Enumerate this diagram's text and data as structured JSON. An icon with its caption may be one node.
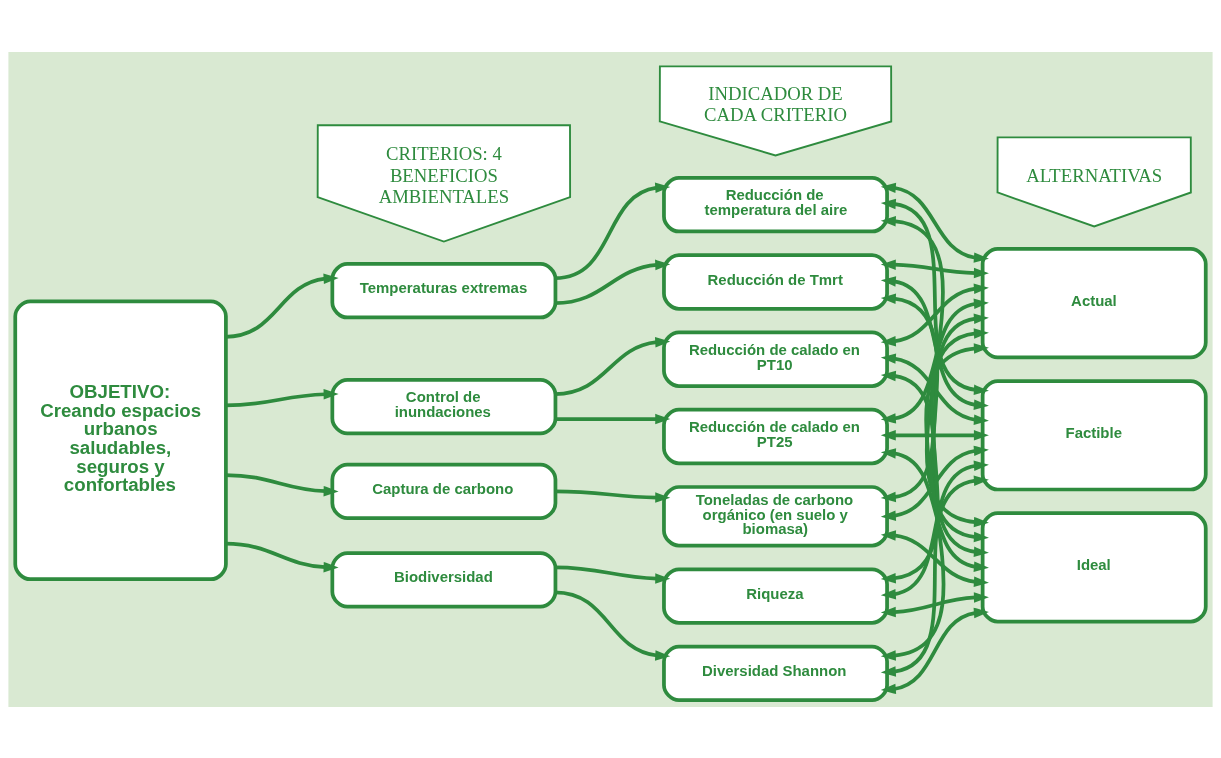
{
  "diagram": {
    "nodes": [
      {
        "text": [
          "CRITERIOS: 4 BENEFICIOS AMBIENTALES"
        ]
      },
      {
        "text": [
          "INDICADOR DE CADA CRITERIO"
        ]
      },
      {
        "text": [
          "ALTERNATIVAS"
        ]
      },
      {
        "text": [
          "OBJETIVO: Creando espacios urbanos saludables, seguros y confortables"
        ]
      },
      {
        "text": [
          "Temperaturas extremas"
        ]
      },
      {
        "text": [
          "Reducción de temperatura del aire"
        ]
      },
      {
        "text": [
          "Reducción de Tmrt"
        ]
      },
      {
        "text": [
          "Control de inundaciones"
        ]
      },
      {
        "text": [
          "Reducción de calado en PT10"
        ]
      },
      {
        "text": [
          "Reducción de calado en PT25"
        ]
      },
      {
        "text": [
          "Actual"
        ]
      },
      {
        "text": [
          "Factible"
        ]
      },
      {
        "text": [
          "Ideal"
        ]
      },
      {
        "text": [
          "Captura de carbono"
        ]
      },
      {
        "text": [
          "Toneladas de carbono orgánico (en suelo y biomasa)"
        ]
      },
      {
        "text": [
          "Biodiversidad"
        ]
      },
      {
        "text": [
          "Riqueza"
        ]
      },
      {
        "text": [
          "Diversidad Shannon"
        ]
      }
    ],
    "edges": [
      {
        "from": 3,
        "to": 4,
        "arrow": "to"
      },
      {
        "from": 3,
        "to": 7,
        "arrow": "to"
      },
      {
        "from": 3,
        "to": 13,
        "arrow": "to"
      },
      {
        "from": 3,
        "to": 15,
        "arrow": "to"
      },
      {
        "from": 4,
        "to": 5,
        "arrow": "to"
      },
      {
        "from": 4,
        "to": 6,
        "arrow": "to"
      },
      {
        "from": 7,
        "to": 8,
        "arrow": "to"
      },
      {
        "from": 7,
        "to": 9,
        "arrow": "to"
      },
      {
        "from": 13,
        "to": 14,
        "arrow": "to"
      },
      {
        "from": 15,
        "to": 16,
        "arrow": "to"
      },
      {
        "from": 15,
        "to": 17,
        "arrow": "to"
      },
      {
        "from": 5,
        "to": 10,
        "arrow": "both"
      },
      {
        "from": 5,
        "to": 11,
        "arrow": "both"
      },
      {
        "from": 5,
        "to": 12,
        "arrow": "both"
      },
      {
        "from": 6,
        "to": 10,
        "arrow": "both"
      },
      {
        "from": 6,
        "to": 11,
        "arrow": "both"
      },
      {
        "from": 6,
        "to": 12,
        "arrow": "both"
      },
      {
        "from": 8,
        "to": 10,
        "arrow": "both"
      },
      {
        "from": 8,
        "to": 11,
        "arrow": "both"
      },
      {
        "from": 8,
        "to": 12,
        "arrow": "both"
      },
      {
        "from": 9,
        "to": 10,
        "arrow": "both"
      },
      {
        "from": 9,
        "to": 11,
        "arrow": "both"
      },
      {
        "from": 9,
        "to": 12,
        "arrow": "both"
      },
      {
        "from": 14,
        "to": 10,
        "arrow": "both"
      },
      {
        "from": 14,
        "to": 11,
        "arrow": "both"
      },
      {
        "from": 14,
        "to": 12,
        "arrow": "both"
      },
      {
        "from": 16,
        "to": 10,
        "arrow": "both"
      },
      {
        "from": 16,
        "to": 11,
        "arrow": "both"
      },
      {
        "from": 16,
        "to": 12,
        "arrow": "both"
      },
      {
        "from": 17,
        "to": 10,
        "arrow": "both"
      },
      {
        "from": 17,
        "to": 11,
        "arrow": "both"
      },
      {
        "from": 17,
        "to": 12,
        "arrow": "both"
      }
    ]
  }
}
